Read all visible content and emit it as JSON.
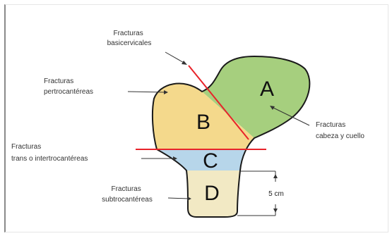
{
  "zones": [
    {
      "letter": "A",
      "color": "#a6cf7e"
    },
    {
      "letter": "B",
      "color": "#f4d98c"
    },
    {
      "letter": "C",
      "color": "#b7d6ea"
    },
    {
      "letter": "D",
      "color": "#f2e9c4"
    }
  ],
  "labels": {
    "basicervicales": [
      "Fracturas",
      "basicervicales"
    ],
    "pertrocantereas": [
      "Fracturas",
      "pertrocantéreas"
    ],
    "trans": [
      "Fracturas",
      "trans o intertrocantéreas"
    ],
    "subtrocantereas": [
      "Fracturas",
      "subtrocantéreas"
    ],
    "cabeza": [
      "Fracturas",
      "cabeza y cuello"
    ]
  },
  "measurement": "5 cm",
  "colors": {
    "fracture_line": "#e8232a",
    "outline": "#1a1a1a",
    "leader": "#333333"
  }
}
